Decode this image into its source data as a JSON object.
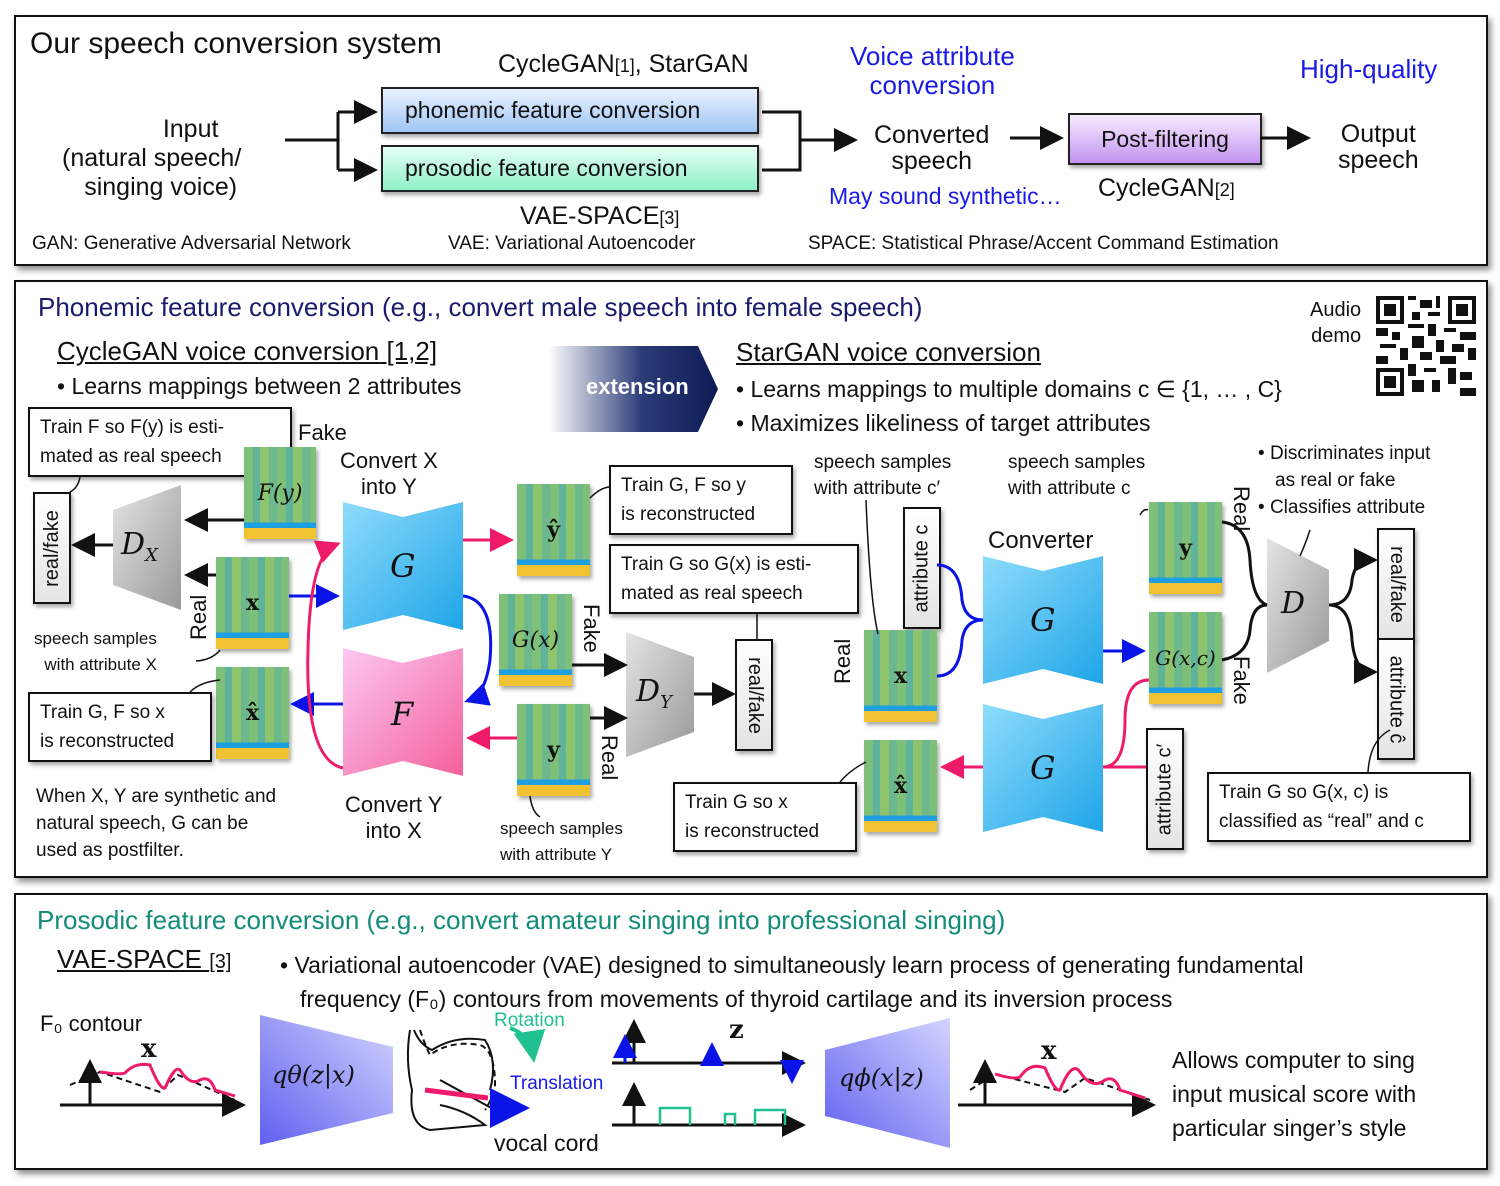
{
  "top": {
    "title": "Our speech conversion system",
    "input_label": [
      "Input",
      "(natural speech/",
      "singing voice)"
    ],
    "cyclegan_label": "CycleGAN",
    "cyclegan_ref": "[1]",
    "stargan_label": ", StarGAN",
    "phonemic_box": "phonemic feature conversion",
    "prosodic_box": "prosodic feature conversion",
    "vae_space_label": "VAE-SPACE",
    "vae_space_ref": "[3]",
    "voice_attr_label": [
      "Voice attribute",
      "conversion"
    ],
    "converted_label": [
      "Converted",
      "speech"
    ],
    "may_sound": "May sound synthetic…",
    "postfilter_box": "Post-filtering",
    "postfilter_sub": "CycleGAN",
    "postfilter_ref": "[2]",
    "high_quality": "High-quality",
    "output_label": [
      "Output",
      "speech"
    ],
    "abbrev_gan": "GAN: Generative Adversarial Network",
    "abbrev_vae": "VAE: Variational Autoencoder",
    "abbrev_space": "SPACE: Statistical Phrase/Accent Command Estimation"
  },
  "phonemic": {
    "title": "Phonemic feature conversion (e.g., convert male speech into female speech)",
    "audio_demo": [
      "Audio",
      "demo"
    ],
    "cyclegan_heading": "CycleGAN voice conversion",
    "cyclegan_ref": "[1,2]",
    "cyclegan_bullet": "Learns mappings between 2 attributes",
    "extension": "extension",
    "stargan_heading": "StarGAN voice conversion",
    "stargan_bullets": [
      "Learns mappings to multiple domains c ∈ {1, … , C}",
      "Maximizes likeliness of target attributes"
    ],
    "left": {
      "box_fy": [
        "Train F so F(y) is esti-",
        "mated as real speech"
      ],
      "fake": "Fake",
      "real": "Real",
      "real_fake": "real/fake",
      "dx": "D",
      "dx_sub": "X",
      "fy": "F(y)",
      "x": "x",
      "xhat": "x̂",
      "yhat": "ŷ",
      "gx": "G(x)",
      "y": "y",
      "convert_xy": [
        "Convert X",
        "into Y"
      ],
      "convert_yx": [
        "Convert Y",
        "into X"
      ],
      "g": "G",
      "f": "F",
      "samples_x": [
        "speech samples",
        "with attribute X"
      ],
      "samples_y": [
        "speech samples",
        "with attribute Y"
      ],
      "box_recon_x": [
        "Train G, F so x",
        "is reconstructed"
      ],
      "box_recon_y": [
        "Train G, F so y",
        "is reconstructed"
      ],
      "box_gx": [
        "Train G so G(x) is esti-",
        "mated as real speech"
      ],
      "dy": "D",
      "dy_sub": "Y",
      "real_fake_2": "real/fake",
      "note": [
        "When X, Y are synthetic and",
        "natural speech, G can be",
        "used as postfilter."
      ]
    },
    "right": {
      "samples_c_prime": [
        "speech samples",
        "with attribute c′"
      ],
      "samples_c": [
        "speech samples",
        "with attribute c"
      ],
      "attr_c": "attribute c",
      "attr_c_prime": "attribute c′",
      "converter": "Converter",
      "g": "G",
      "x": "x",
      "xhat": "x̂",
      "y": "y",
      "gxc": "G(x,c)",
      "real": "Real",
      "fake": "Fake",
      "d": "D",
      "d_bullets": [
        "Discriminates input",
        "as real or fake",
        "Classifies attribute"
      ],
      "out_real_fake": "real/fake",
      "out_attr": "attribute ĉ",
      "box_recon": [
        "Train G so x",
        "is reconstructed"
      ],
      "box_classify": [
        "Train G so G(x, c) is",
        "classified as “real” and c"
      ]
    }
  },
  "prosodic": {
    "title": "Prosodic feature conversion (e.g., convert amateur singing into professional singing)",
    "heading": "VAE-SPACE",
    "heading_ref": "[3]",
    "bullet": [
      "Variational autoencoder (VAE) designed to simultaneously learn process of generating fundamental",
      "frequency (F₀) contours from movements of thyroid cartilage and its inversion process"
    ],
    "f0_contour": "F₀ contour",
    "x_label": "x",
    "encoder": "qθ(z|x)",
    "rotation": "Rotation",
    "translation": "Translation",
    "vocal_cord": "vocal cord",
    "z_label": "z",
    "decoder": "qϕ(x|z)",
    "x_label_out": "x",
    "result": [
      "Allows computer to sing",
      "input musical score with",
      "particular singer’s style"
    ]
  }
}
